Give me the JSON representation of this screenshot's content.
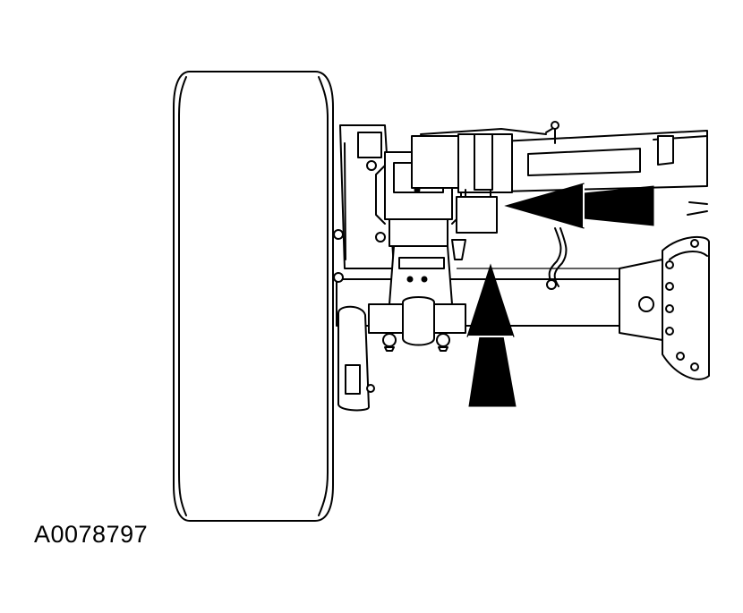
{
  "figure": {
    "id_label": "A0078797",
    "line_color": "#000000",
    "background_color": "#ffffff"
  },
  "callouts": [
    {
      "name": "arrow-left-pointer",
      "direction": "left"
    },
    {
      "name": "arrow-up-pointer",
      "direction": "up"
    }
  ]
}
